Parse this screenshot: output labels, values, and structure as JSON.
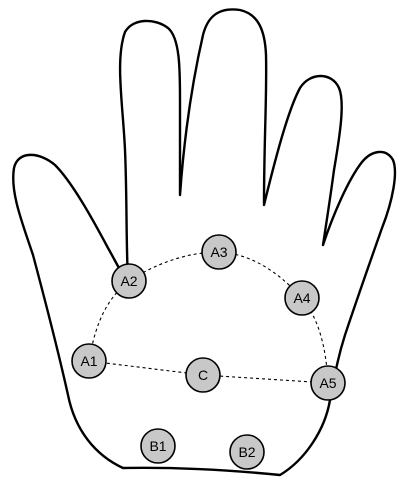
{
  "diagram": {
    "colors": {
      "outline": "#000000",
      "marker_fill": "#c8c8c8",
      "marker_stroke": "#000000",
      "dash": "#000000"
    },
    "markers": {
      "a1": "A1",
      "a2": "A2",
      "a3": "A3",
      "a4": "A4",
      "a5": "A5",
      "c": "C",
      "b1": "B1",
      "b2": "B2"
    }
  }
}
